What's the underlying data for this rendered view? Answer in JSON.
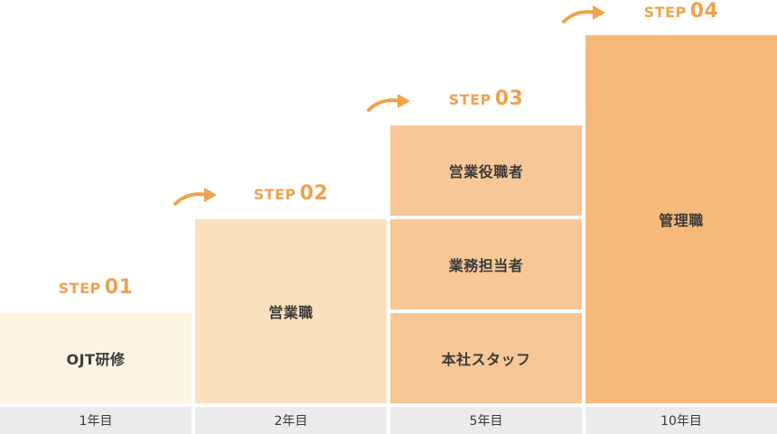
{
  "steps": [
    {
      "prefix": "STEP",
      "number": "01",
      "year": "1年目",
      "roles": [
        "OJT研修"
      ],
      "color": "#fdf5e1"
    },
    {
      "prefix": "STEP",
      "number": "02",
      "year": "2年目",
      "roles": [
        "営業職"
      ],
      "color": "#fae0bd"
    },
    {
      "prefix": "STEP",
      "number": "03",
      "year": "5年目",
      "roles": [
        "営業役職者",
        "業務担当者",
        "本社スタッフ"
      ],
      "color": "#f7c895"
    },
    {
      "prefix": "STEP",
      "number": "04",
      "year": "10年目",
      "roles": [
        "管理職"
      ],
      "color": "#f7b97a"
    }
  ],
  "colors": {
    "accent": "#f0a24c",
    "year_bar": "#ebebeb",
    "text": "#3a3a3a"
  },
  "icons": {
    "step_arrow": "curved-arrow-right-icon"
  }
}
